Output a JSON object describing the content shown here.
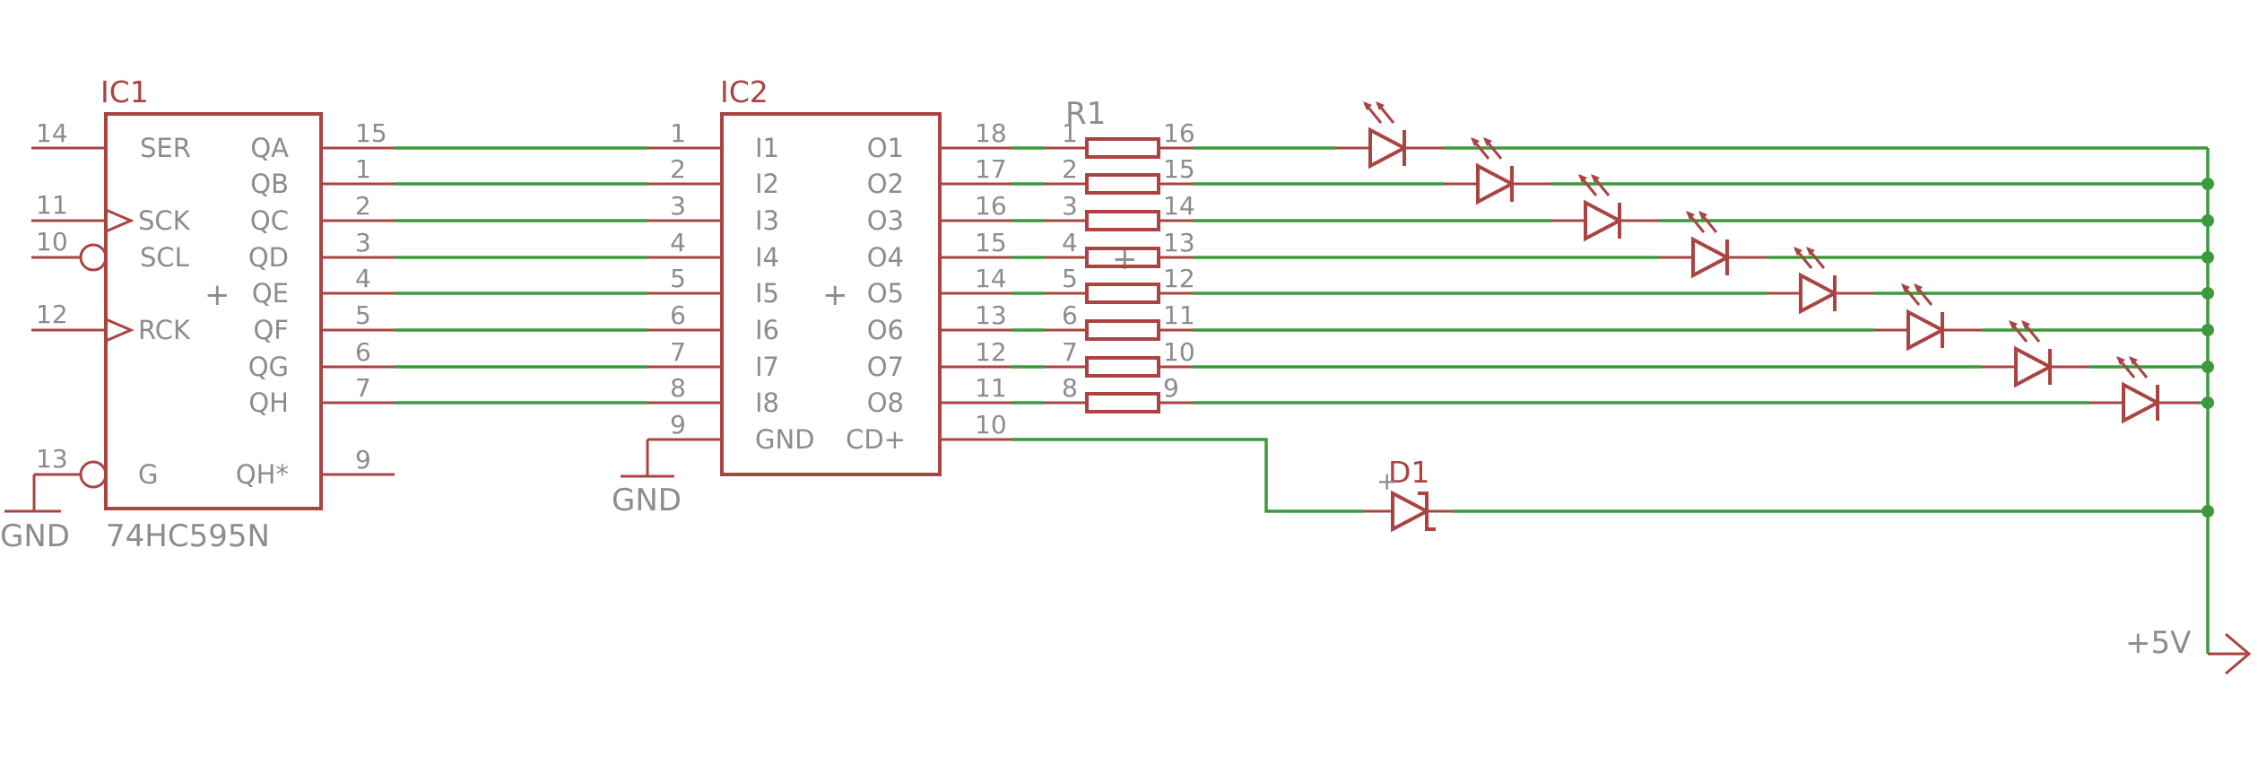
{
  "colors": {
    "component": "#a94442",
    "wire": "#3c9a3c",
    "text": "#8c8c8c",
    "background": "#ffffff"
  },
  "ic1": {
    "name": "IC1",
    "value": "74HC595N",
    "gnd_label": "GND",
    "left_pins": [
      {
        "num": "14",
        "label": "SER"
      },
      {
        "num": "11",
        "label": "SCK"
      },
      {
        "num": "10",
        "label": "SCL"
      },
      {
        "num": "12",
        "label": "RCK"
      },
      {
        "num": "13",
        "label": "G"
      }
    ],
    "right_pins": [
      {
        "num": "15",
        "label": "QA"
      },
      {
        "num": "1",
        "label": "QB"
      },
      {
        "num": "2",
        "label": "QC"
      },
      {
        "num": "3",
        "label": "QD"
      },
      {
        "num": "4",
        "label": "QE"
      },
      {
        "num": "5",
        "label": "QF"
      },
      {
        "num": "6",
        "label": "QG"
      },
      {
        "num": "7",
        "label": "QH"
      },
      {
        "num": "9",
        "label": "QH*"
      }
    ],
    "center_mark": "+"
  },
  "ic2": {
    "name": "IC2",
    "gnd_label": "GND",
    "center_mark": "+",
    "left_pins": [
      {
        "num": "1",
        "label": "I1"
      },
      {
        "num": "2",
        "label": "I2"
      },
      {
        "num": "3",
        "label": "I3"
      },
      {
        "num": "4",
        "label": "I4"
      },
      {
        "num": "5",
        "label": "I5"
      },
      {
        "num": "6",
        "label": "I6"
      },
      {
        "num": "7",
        "label": "I7"
      },
      {
        "num": "8",
        "label": "I8"
      },
      {
        "num": "9",
        "label": "GND"
      }
    ],
    "right_pins": [
      {
        "num": "18",
        "label": "O1"
      },
      {
        "num": "17",
        "label": "O2"
      },
      {
        "num": "16",
        "label": "O3"
      },
      {
        "num": "15",
        "label": "O4"
      },
      {
        "num": "14",
        "label": "O5"
      },
      {
        "num": "13",
        "label": "O6"
      },
      {
        "num": "12",
        "label": "O7"
      },
      {
        "num": "11",
        "label": "O8"
      },
      {
        "num": "10",
        "label": "CD+"
      }
    ]
  },
  "r1": {
    "name": "R1",
    "center_mark": "+",
    "left_nums": [
      "1",
      "2",
      "3",
      "4",
      "5",
      "6",
      "7",
      "8"
    ],
    "right_nums": [
      "16",
      "15",
      "14",
      "13",
      "12",
      "11",
      "10",
      "9"
    ]
  },
  "d1": {
    "name": "D1",
    "mark": "+"
  },
  "supply": {
    "label": "+5V"
  }
}
